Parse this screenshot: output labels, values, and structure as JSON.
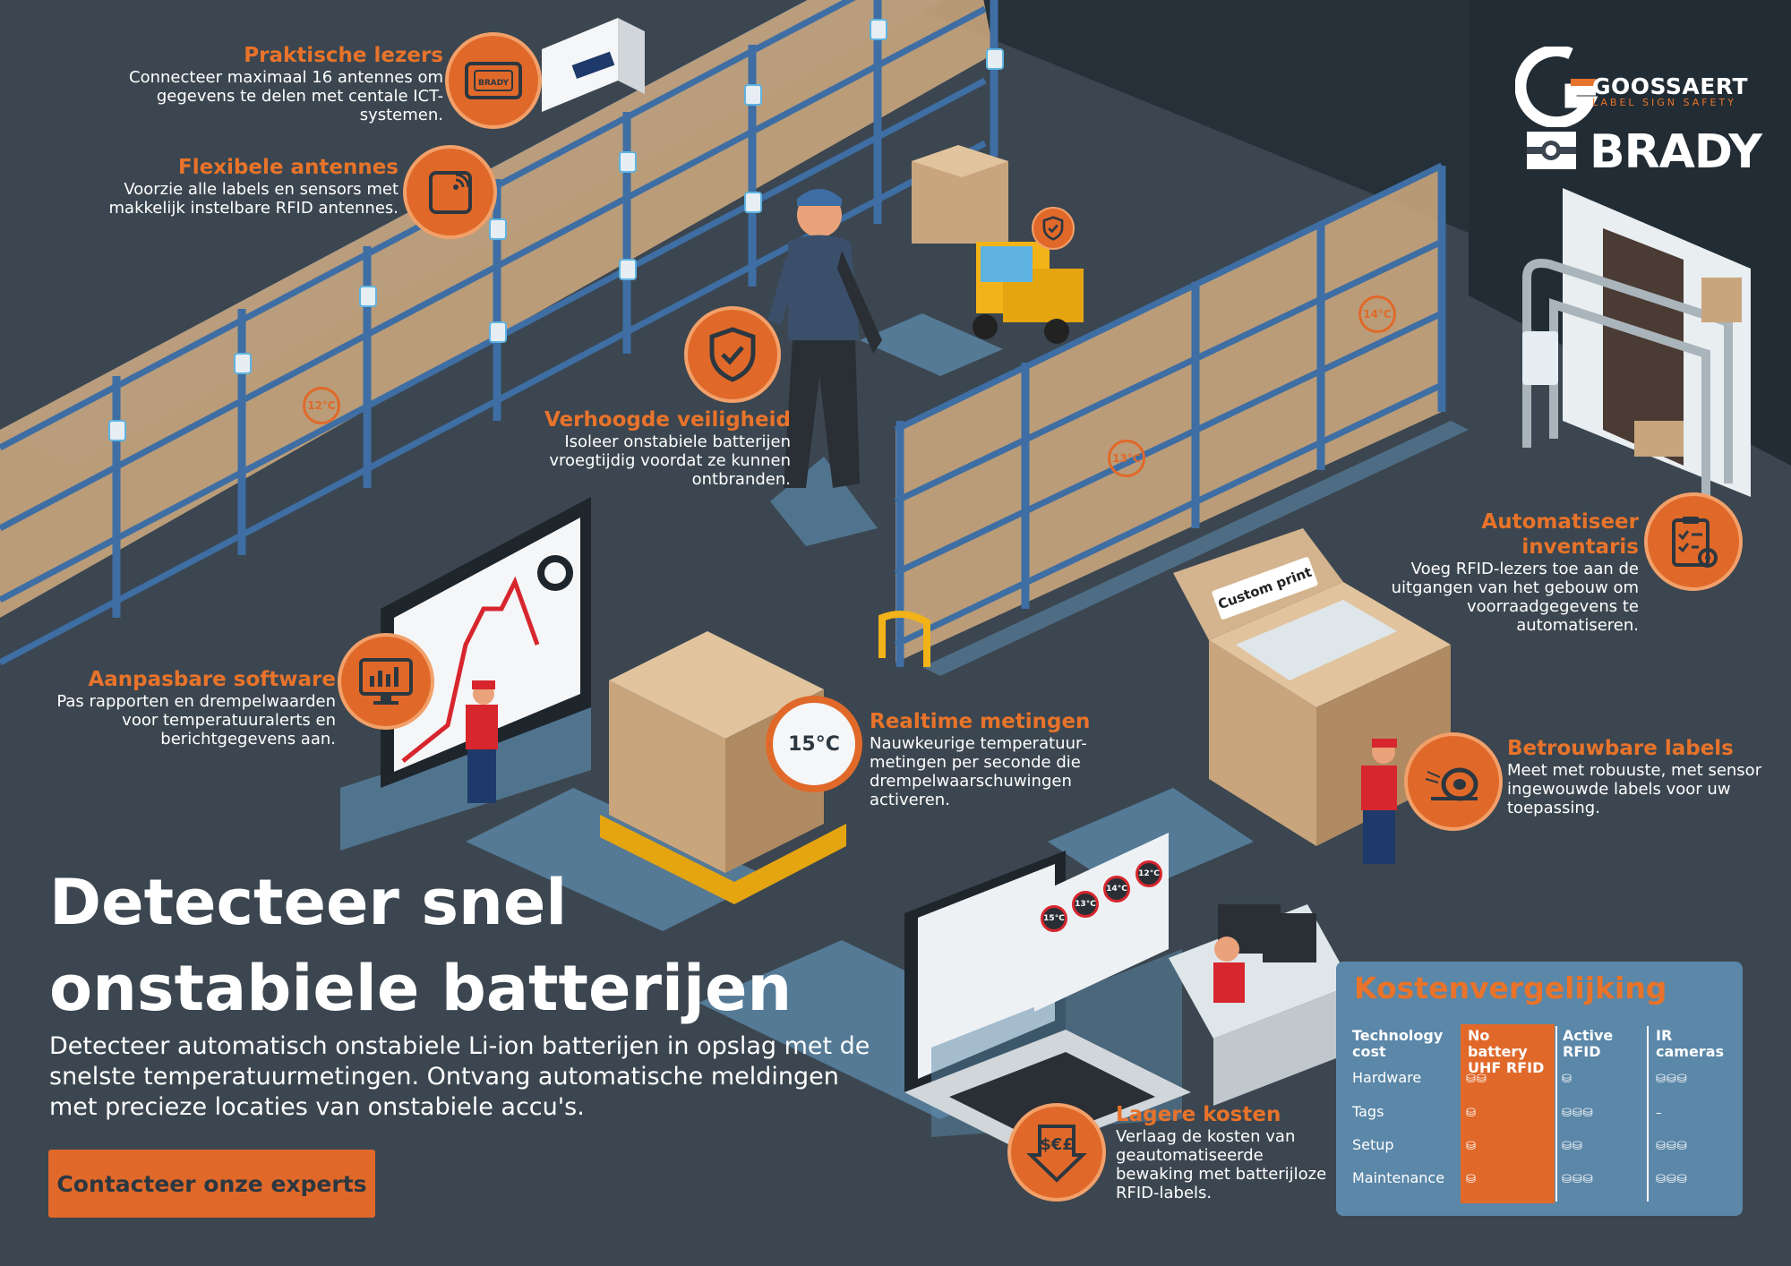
{
  "features": {
    "readers": {
      "title": "Praktische lezers",
      "desc": "Connecteer maximaal 16 antennes om gegevens te delen met centale ICT-systemen."
    },
    "antennas": {
      "title": "Flexibele antennes",
      "desc": "Voorzie alle labels en sensors met makkelijk instelbare RFID antennes."
    },
    "safety": {
      "title": "Verhoogde veiligheid",
      "desc": "Isoleer onstabiele batterijen vroegtijdig voordat ze kunnen ontbranden."
    },
    "software": {
      "title": "Aanpasbare software",
      "desc": "Pas rapporten en drempelwaarden voor temperatuuralerts en berichtgegevens aan."
    },
    "realtime": {
      "title": "Realtime metingen",
      "desc": "Nauwkeurige temperatuur-metingen per seconde die drempelwaarschuwingen activeren."
    },
    "inventory": {
      "title": "Automatiseer inventaris",
      "desc": "Voeg RFID-lezers toe aan de uitgangen van het gebouw om voorraadgegevens te automatiseren."
    },
    "labels": {
      "title": "Betrouwbare labels",
      "desc": "Meet met robuuste, met sensor ingewouwde labels voor uw toepassing."
    },
    "costs": {
      "title": "Lagere kosten",
      "desc": "Verlaag de kosten van geautomatiseerde bewaking met batterijloze RFID-labels."
    }
  },
  "headline": {
    "line1": "Detecteer snel",
    "line2": "onstabiele batterijen"
  },
  "subtext": "Detecteer automatisch onstabiele Li-ion batterijen in opslag met de snelste temperatuurmetingen. Ontvang automatische meldingen met precieze locaties van onstabiele accu's.",
  "cta": "Contacteer onze experts",
  "logos": {
    "goossaert": "GOOSSAERT",
    "goossaert_sub": "LABEL SIGN SAFETY",
    "brady": "BRADY",
    "reader_brand": "BRADY"
  },
  "temperatures": {
    "t12": "12°C",
    "t13": "13°C",
    "t14": "14°C",
    "t15": "15°C",
    "screen": [
      "15°C",
      "13°C",
      "14°C",
      "12°C"
    ]
  },
  "custom_print": "Custom print",
  "currency_icon": "$€£",
  "cost_comparison": {
    "title": "Kostenvergelijking",
    "header": "Technology cost",
    "columns": [
      "No battery UHF RFID",
      "Active RFID",
      "IR cameras"
    ],
    "rows": [
      {
        "label": "Hardware",
        "values": [
          2,
          1,
          3
        ]
      },
      {
        "label": "Tags",
        "values": [
          1,
          3,
          0
        ]
      },
      {
        "label": "Setup",
        "values": [
          1,
          2,
          3
        ]
      },
      {
        "label": "Maintenance",
        "values": [
          1,
          3,
          3
        ]
      }
    ],
    "empty_mark": "–"
  },
  "colors": {
    "accent": "#e0692a",
    "background": "#3b4650",
    "panel": "#5b87a8",
    "shelf": "#3e6ea3",
    "box": "#d4b48f"
  }
}
